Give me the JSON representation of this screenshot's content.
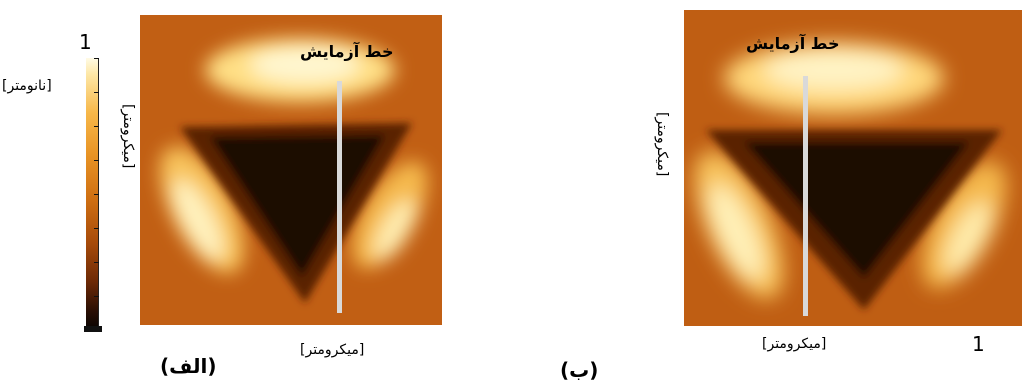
{
  "figure": {
    "colorbar": {
      "max_label": "1",
      "unit": "[نانومتر]",
      "gradient": [
        "#fffbe6",
        "#f7b84a",
        "#cf6f12",
        "#6e2a06",
        "#070302"
      ]
    },
    "panel_a": {
      "label": "(الف)",
      "title": "خط آزمایش",
      "y_label": "[میکرومتر]",
      "x_label": "[میکرومتر]"
    },
    "panel_b": {
      "label": "(ب)",
      "title": "خط آزمایش",
      "y_label": "[میکرومتر]",
      "x_label": "[میکرومتر]",
      "x_tick": "1"
    },
    "colors": {
      "scan_line": "#d9d9d9",
      "background_orange": "#b5540f"
    }
  }
}
